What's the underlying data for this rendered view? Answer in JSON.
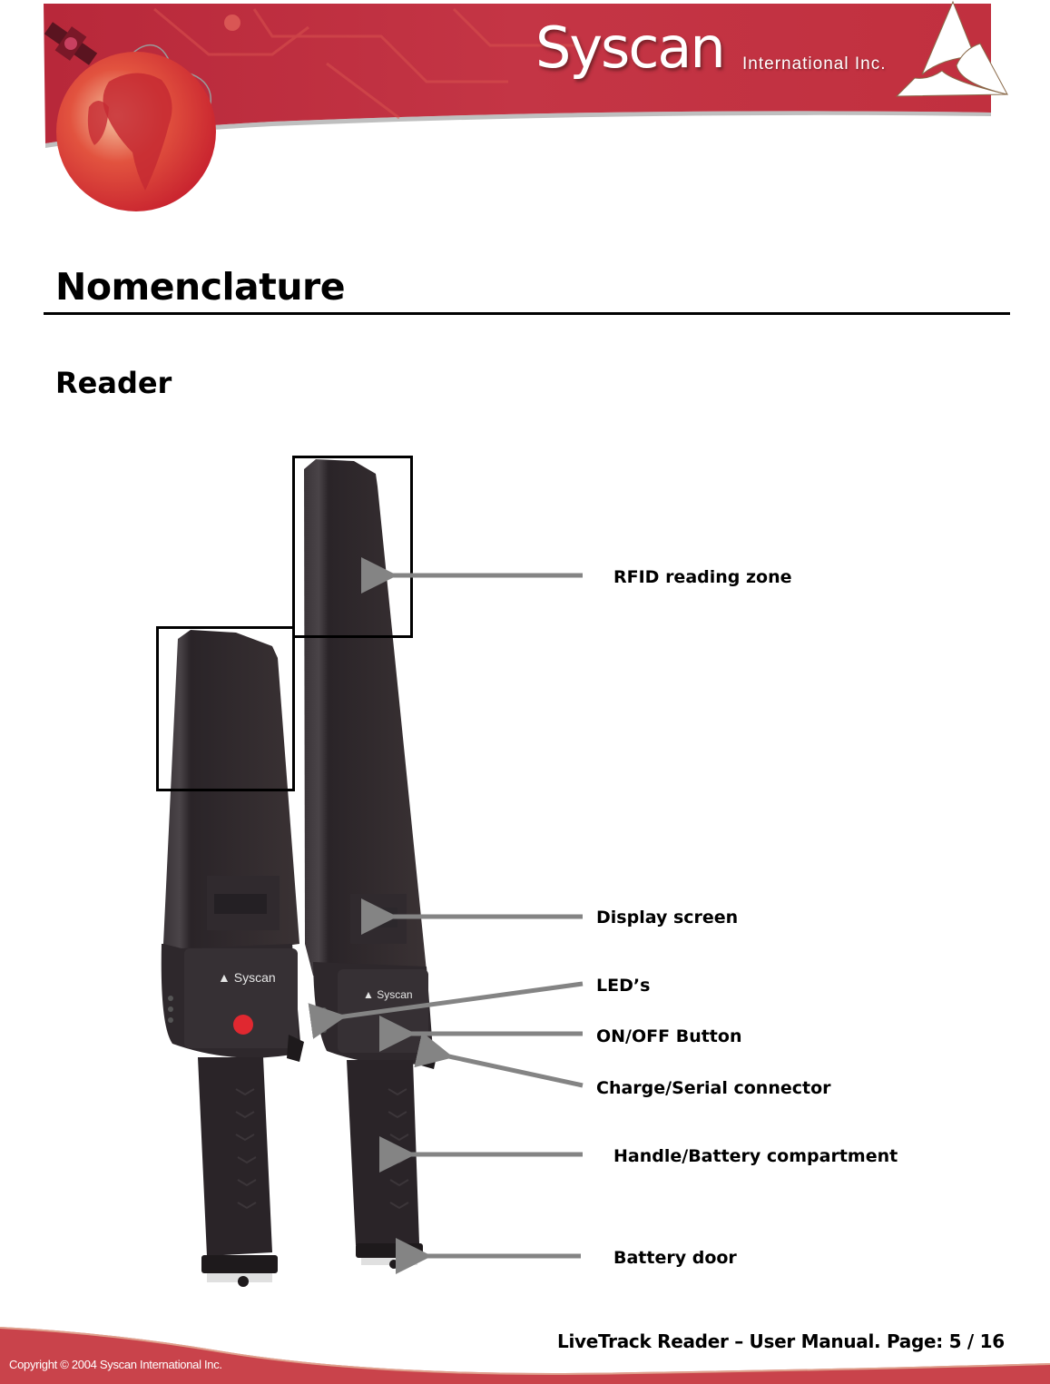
{
  "header": {
    "brand_name": "Syscan",
    "brand_suffix": "International Inc.",
    "colors": {
      "banner_red": "#c0303f",
      "banner_dark": "#a8202f",
      "globe": "#d8323a"
    }
  },
  "page": {
    "title": "Nomenclature",
    "section": "Reader"
  },
  "figure": {
    "device_logo": "Syscan",
    "arrow_color": "#848484",
    "box_color": "#000000",
    "callouts": [
      {
        "label": "RFID reading zone"
      },
      {
        "label": "Display screen"
      },
      {
        "label": "LED’s"
      },
      {
        "label": "ON/OFF Button"
      },
      {
        "label": "Charge/Serial connector"
      },
      {
        "label": "Handle/Battery compartment"
      },
      {
        "label": "Battery door"
      }
    ]
  },
  "footer": {
    "title": "LiveTrack Reader – User Manual. Page:  5 / 16",
    "copyright": "Copyright © 2004 Syscan International Inc.",
    "page_current": "5",
    "page_total": "16"
  }
}
